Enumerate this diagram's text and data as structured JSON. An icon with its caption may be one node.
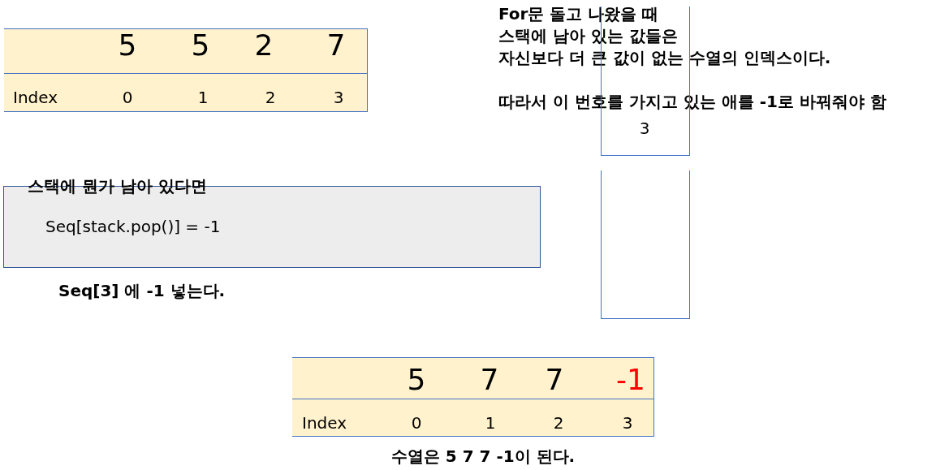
{
  "diagram": {
    "nodes": [
      {
        "text": [
          "3"
        ]
      },
      {
        "text": [
          "스택에 뭔가 남아 있다면",
          "Seq[stack.pop()] = -1"
        ]
      },
      {
        "text": [],
        "shape": "box"
      }
    ],
    "labels": [
      "5",
      "5",
      "2",
      "7",
      "Index",
      "0",
      "1",
      "2",
      "3",
      "For문 돌고 나왔을 때 스택에 남아 있는 값들은 자신보다 더 큰 값이 없는 수열의 인덱스이다.",
      "따라서 이 번호를 가지고 있는 애를 -1로 바꿔줘야 함",
      "Seq[3] 에 -1 넣는다.",
      "5",
      "7",
      "7",
      "-1",
      "Index",
      "0",
      "1",
      "2",
      "3",
      "수열은 5 7 7 -1이 된다."
    ]
  }
}
